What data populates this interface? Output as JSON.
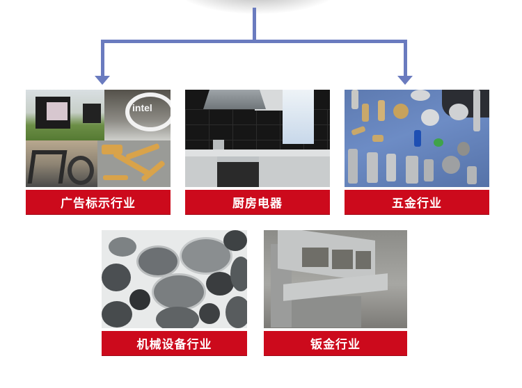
{
  "diagram": {
    "connector_color": "#6a7bbf",
    "label_color": "#cc0a1c",
    "label_text_color": "#ffffff"
  },
  "industries": [
    {
      "label": "广告标示行业",
      "image": "advertising-signage-photo"
    },
    {
      "label": "厨房电器",
      "image": "kitchen-appliance-photo"
    },
    {
      "label": "五金行业",
      "image": "hardware-parts-photo"
    },
    {
      "label": "机械设备行业",
      "image": "machinery-equipment-photo"
    },
    {
      "label": "钣金行业",
      "image": "sheet-metal-photo"
    }
  ]
}
